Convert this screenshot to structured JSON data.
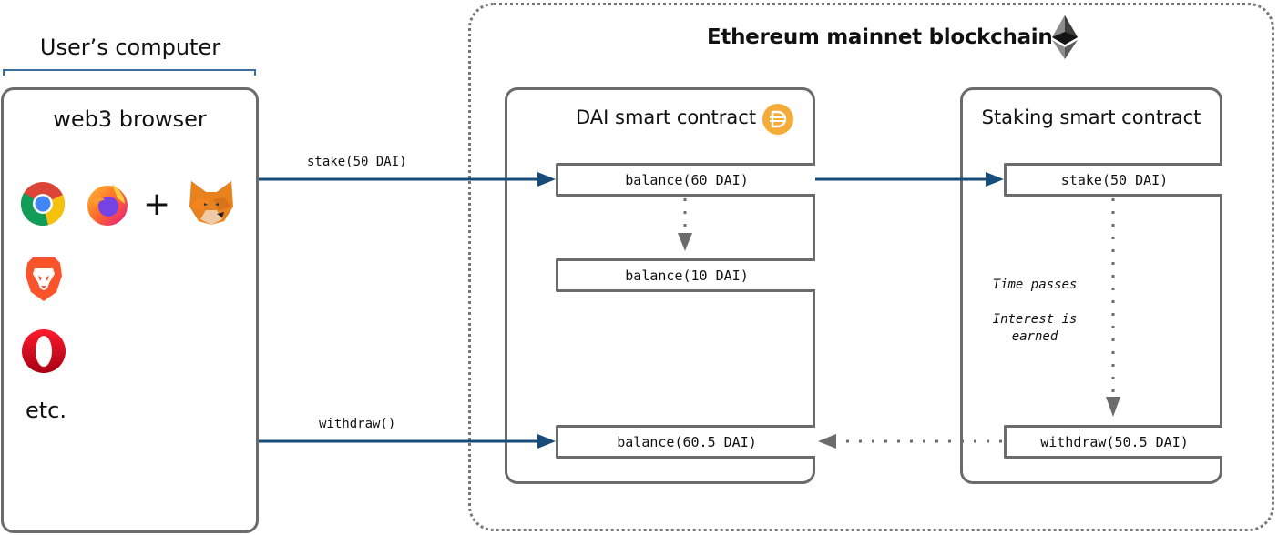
{
  "user_side": {
    "group_label": "User’s computer",
    "panel_title": "web3 browser",
    "browsers": [
      {
        "name": "Chrome",
        "icon": "chrome-icon"
      },
      {
        "name": "Firefox",
        "icon": "firefox-icon"
      },
      {
        "name": "Brave",
        "icon": "brave-icon"
      },
      {
        "name": "Opera",
        "icon": "opera-icon"
      }
    ],
    "plus": "+",
    "wallet": {
      "name": "MetaMask",
      "icon": "metamask-fox-icon"
    },
    "etc": "etc."
  },
  "blockchain": {
    "title": "Ethereum mainnet blockchain",
    "icon": "ethereum-icon",
    "dai_contract": {
      "title": "DAI smart contract",
      "icon": "dai-coin-icon",
      "states": [
        "balance(60 DAI)",
        "balance(10 DAI)",
        "balance(60.5 DAI)"
      ]
    },
    "staking_contract": {
      "title": "Staking smart contract",
      "states": [
        "stake(50 DAI)",
        "withdraw(50.5 DAI)"
      ],
      "notes": [
        "Time passes",
        "Interest is",
        "earned"
      ]
    }
  },
  "edges": [
    {
      "label": "stake(50 DAI)",
      "from": "web3 browser",
      "to": "balance(60 DAI)",
      "style": "solid"
    },
    {
      "label": "",
      "from": "balance(60 DAI)",
      "to": "stake(50 DAI)",
      "style": "solid"
    },
    {
      "label": "",
      "from": "balance(60 DAI)",
      "to": "balance(10 DAI)",
      "style": "dotted"
    },
    {
      "label": "",
      "from": "stake(50 DAI)",
      "to": "withdraw(50.5 DAI)",
      "style": "dotted"
    },
    {
      "label": "",
      "from": "withdraw(50.5 DAI)",
      "to": "balance(60.5 DAI)",
      "style": "dotted"
    },
    {
      "label": "withdraw()",
      "from": "web3 browser",
      "to": "balance(60.5 DAI)",
      "style": "solid"
    }
  ],
  "colors": {
    "solid_arrow": "#174c78",
    "dotted_arrow": "#6b6b6b",
    "panel_border": "#6b6b6b",
    "bracket": "#3b6fa0",
    "dai_gold": "#f5ac37"
  }
}
